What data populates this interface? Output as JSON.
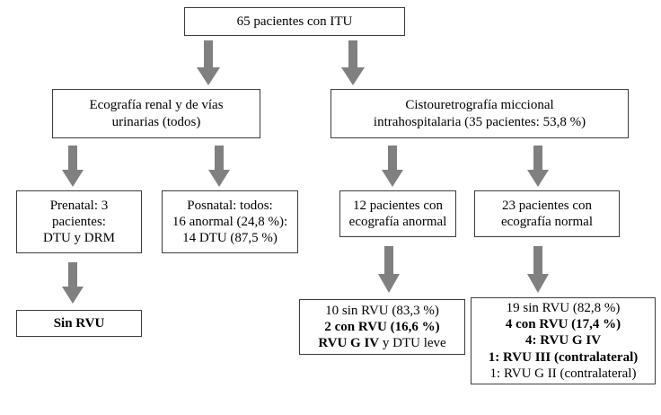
{
  "diagram": {
    "title_box": {
      "lines": [
        {
          "text": "65 pacientes con ITU",
          "bold": false
        }
      ]
    },
    "ecografia_box": {
      "lines": [
        {
          "text": "Ecografía renal y de vías",
          "bold": false
        },
        {
          "text": "urinarias (todos)",
          "bold": false
        }
      ]
    },
    "cistouretrografia_box": {
      "lines": [
        {
          "text": "Cistouretrografía miccional",
          "bold": false
        },
        {
          "text": "intrahospitalaria (35 pacientes: 53,8 %)",
          "bold": false
        }
      ]
    },
    "prenatal_box": {
      "lines": [
        {
          "text": "Prenatal: 3",
          "bold": false
        },
        {
          "text": "pacientes:",
          "bold": false
        },
        {
          "text": "DTU y DRM",
          "bold": false
        }
      ]
    },
    "posnatal_box": {
      "lines": [
        {
          "text": "Posnatal: todos:",
          "bold": false
        },
        {
          "text": "16 anormal (24,8 %):",
          "bold": false
        },
        {
          "text": "14 DTU (87,5 %)",
          "bold": false
        }
      ]
    },
    "eco_anormal_box": {
      "lines": [
        {
          "text": "12 pacientes con",
          "bold": false
        },
        {
          "text": "ecografía anormal",
          "bold": false
        }
      ]
    },
    "eco_normal_box": {
      "lines": [
        {
          "text": "23 pacientes con",
          "bold": false
        },
        {
          "text": "ecografía normal",
          "bold": false
        }
      ]
    },
    "sin_rvu_box": {
      "lines": [
        {
          "text": "Sin RVU",
          "bold": true
        }
      ]
    },
    "resultado_anormal_box": {
      "lines": [
        {
          "text": "10 sin RVU (83,3 %)",
          "bold": false
        },
        {
          "text": "2 con RVU (16,6 %)",
          "bold": true
        },
        {
          "text": "RVU G IV y DTU leve",
          "bold": true,
          "bold_prefix": "RVU G IV",
          "plain_suffix": " y DTU leve"
        }
      ]
    },
    "resultado_normal_box": {
      "lines": [
        {
          "text": "19 sin RVU (82,8 %)",
          "bold": false
        },
        {
          "text": "4 con RVU (17,4 %)",
          "bold": true
        },
        {
          "text": "4: RVU G IV",
          "bold": true
        },
        {
          "text": "1: RVU III (contralateral)",
          "bold": true
        },
        {
          "text": "1: RVU G II (contralateral)",
          "bold": false
        }
      ]
    },
    "arrows": {
      "color": "#808080",
      "names": [
        "arrow-top-to-ecografia",
        "arrow-top-to-cistouretrografia",
        "arrow-ecografia-to-prenatal",
        "arrow-ecografia-to-posnatal",
        "arrow-cums-to-eco-anormal",
        "arrow-cums-to-eco-normal",
        "arrow-prenatal-to-sin-rvu",
        "arrow-eco-anormal-to-resultado",
        "arrow-eco-normal-to-resultado"
      ]
    },
    "colors": {
      "box_border": "#3c3c3c",
      "background": "#ffffff",
      "text": "#000000",
      "arrow_fill": "#808080"
    }
  }
}
